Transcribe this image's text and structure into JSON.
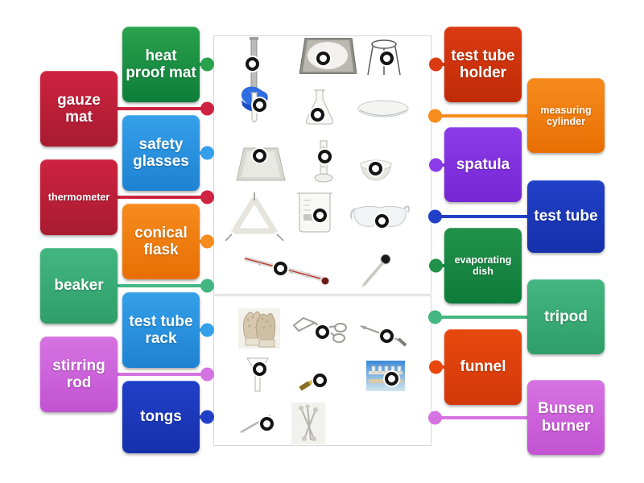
{
  "activity": {
    "type": "labelled-diagram",
    "background_color": "#ffffff",
    "marker_count": 17
  },
  "labels": [
    {
      "text": "gauze mat",
      "placement": "left-outer",
      "color_top": "#ce2340",
      "color_bottom": "#a81b30"
    },
    {
      "text": "thermometer",
      "placement": "left-outer",
      "color_top": "#ce2340",
      "color_bottom": "#a81b30"
    },
    {
      "text": "beaker",
      "placement": "left-outer",
      "color_top": "#43b681",
      "color_bottom": "#2f9e69"
    },
    {
      "text": "stirring rod",
      "placement": "left-outer",
      "color_top": "#d673e2",
      "color_bottom": "#c253d2"
    },
    {
      "text": "heat proof mat",
      "placement": "left-inner",
      "color_top": "#29a24c",
      "color_bottom": "#0e7d3a"
    },
    {
      "text": "safety glasses",
      "placement": "left-inner",
      "color_top": "#35a0ea",
      "color_bottom": "#1e82d2"
    },
    {
      "text": "conical flask",
      "placement": "left-inner",
      "color_top": "#f68b1e",
      "color_bottom": "#e86f02"
    },
    {
      "text": "test tube rack",
      "placement": "left-inner",
      "color_top": "#35a0ea",
      "color_bottom": "#1e82d2"
    },
    {
      "text": "tongs",
      "placement": "left-inner",
      "color_top": "#2140c8",
      "color_bottom": "#1530aa"
    },
    {
      "text": "test tube holder",
      "placement": "right-inner",
      "color_top": "#da3a12",
      "color_bottom": "#c02c08"
    },
    {
      "text": "spatula",
      "placement": "right-inner",
      "color_top": "#8b3be8",
      "color_bottom": "#7726d4"
    },
    {
      "text": "evaporating dish",
      "placement": "right-inner",
      "color_top": "#21914a",
      "color_bottom": "#0f7c3a"
    },
    {
      "text": "funnel",
      "placement": "right-inner",
      "color_top": "#e8480d",
      "color_bottom": "#d2380a"
    },
    {
      "text": "measuring cylinder",
      "placement": "right-outer",
      "color_top": "#f68b1e",
      "color_bottom": "#e86f02"
    },
    {
      "text": "test tube",
      "placement": "right-outer",
      "color_top": "#2140c8",
      "color_bottom": "#1530aa"
    },
    {
      "text": "tripod",
      "placement": "right-outer",
      "color_top": "#43b681",
      "color_bottom": "#2f9e69"
    },
    {
      "text": "Bunsen burner",
      "placement": "right-outer",
      "color_top": "#d673e2",
      "color_bottom": "#c253d2"
    }
  ],
  "diagram": {
    "top_panel_equipment": [
      "bunsen-burner",
      "wire-gauze-mat",
      "tripod",
      "test-tube",
      "conical-flask",
      "watch-glass",
      "heat-proof-mat",
      "measuring-cylinder",
      "evaporating-dish",
      "clay-pipe-triangle",
      "beaker",
      "safety-glasses",
      "thermometer",
      "pipette"
    ],
    "bottom_panel_equipment": [
      "heat-gloves",
      "crucible-tongs",
      "test-tube-holder",
      "funnel",
      "spatula",
      "test-tube-rack",
      "stirring-rod",
      "spatula-set"
    ],
    "marker_targets": [
      "bunsen-burner",
      "wire-gauze-mat",
      "tripod",
      "test-tube",
      "conical-flask",
      "heat-proof-mat",
      "measuring-cylinder",
      "evaporating-dish",
      "beaker",
      "safety-glasses",
      "thermometer",
      "crucible-tongs",
      "test-tube-holder",
      "funnel",
      "spatula",
      "test-tube-rack",
      "stirring-rod"
    ]
  }
}
